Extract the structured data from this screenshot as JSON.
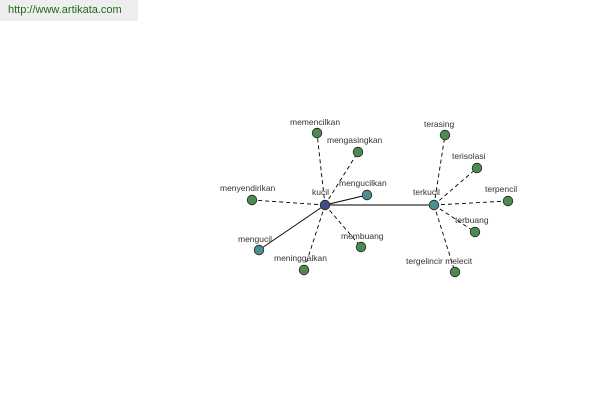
{
  "banner": {
    "url": "http://www.artikata.com"
  },
  "colors": {
    "hub": "#3b4f8c",
    "direct_relation": "#4a8f8f",
    "related_word": "#4d8a4d",
    "edge": "#000000"
  },
  "graph": {
    "nodes": [
      {
        "id": "kucil",
        "label": "kucil",
        "kind": "hub"
      },
      {
        "id": "terkucil",
        "label": "terkucil",
        "kind": "direct_relation"
      },
      {
        "id": "mengucilkan",
        "label": "mengucilkan",
        "kind": "direct_relation"
      },
      {
        "id": "mengucil",
        "label": "mengucil",
        "kind": "direct_relation"
      },
      {
        "id": "memencilkan",
        "label": "memencilkan",
        "kind": "related_word"
      },
      {
        "id": "mengasingkan",
        "label": "mengasingkan",
        "kind": "related_word"
      },
      {
        "id": "menyendirikan",
        "label": "menyendirikan",
        "kind": "related_word"
      },
      {
        "id": "meninggalkan",
        "label": "meninggalkan",
        "kind": "related_word"
      },
      {
        "id": "membuang",
        "label": "membuang",
        "kind": "related_word"
      },
      {
        "id": "terasing",
        "label": "terasing",
        "kind": "related_word"
      },
      {
        "id": "terisolasi",
        "label": "terisolasi",
        "kind": "related_word"
      },
      {
        "id": "terpencil",
        "label": "terpencil",
        "kind": "related_word"
      },
      {
        "id": "terbuang",
        "label": "terbuang",
        "kind": "related_word"
      },
      {
        "id": "tergelincir_melecit",
        "label": "tergelincir melecit",
        "kind": "related_word"
      }
    ],
    "edges": [
      {
        "from": "kucil",
        "to": "terkucil",
        "style": "solid"
      },
      {
        "from": "kucil",
        "to": "mengucilkan",
        "style": "solid"
      },
      {
        "from": "kucil",
        "to": "mengucil",
        "style": "solid"
      },
      {
        "from": "kucil",
        "to": "memencilkan",
        "style": "dashed"
      },
      {
        "from": "kucil",
        "to": "mengasingkan",
        "style": "dashed"
      },
      {
        "from": "kucil",
        "to": "menyendirikan",
        "style": "dashed"
      },
      {
        "from": "kucil",
        "to": "meninggalkan",
        "style": "dashed"
      },
      {
        "from": "kucil",
        "to": "membuang",
        "style": "dashed"
      },
      {
        "from": "terkucil",
        "to": "terasing",
        "style": "dashed"
      },
      {
        "from": "terkucil",
        "to": "terisolasi",
        "style": "dashed"
      },
      {
        "from": "terkucil",
        "to": "terpencil",
        "style": "dashed"
      },
      {
        "from": "terkucil",
        "to": "terbuang",
        "style": "dashed"
      },
      {
        "from": "terkucil",
        "to": "tergelincir_melecit",
        "style": "dashed"
      }
    ]
  }
}
